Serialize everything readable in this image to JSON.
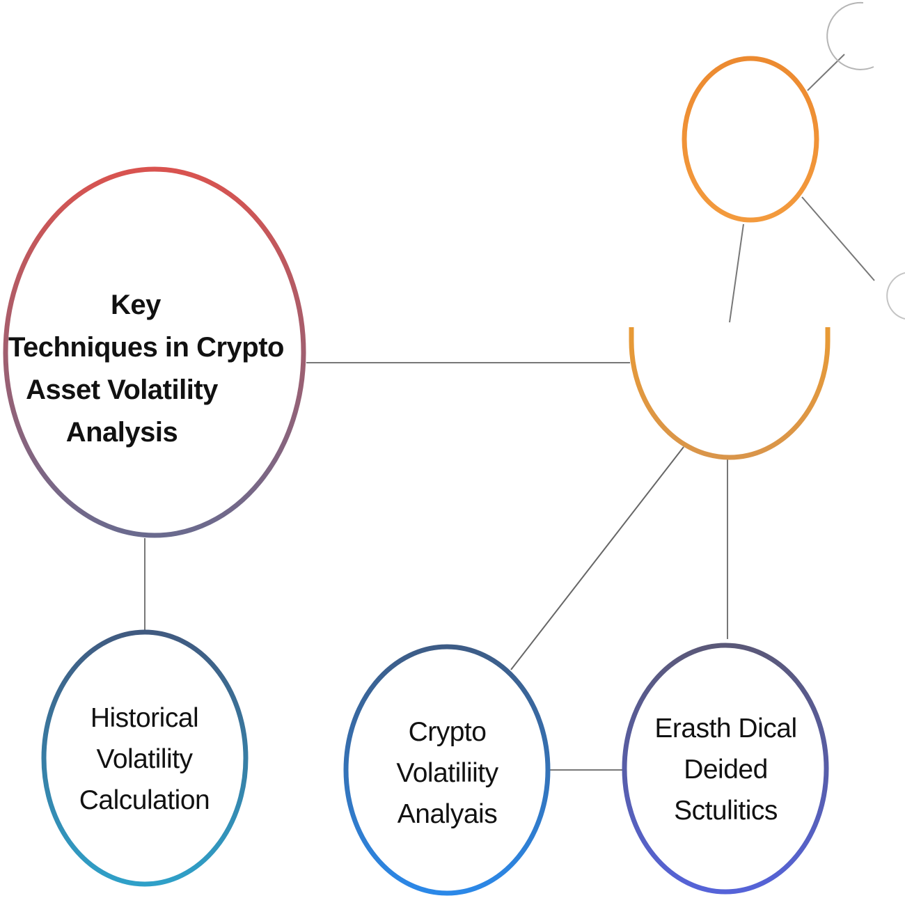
{
  "nodes": {
    "main": {
      "lines": [
        "Key",
        "Techniques in Crypto",
        "Asset Volatility",
        "Analysis"
      ]
    },
    "historical": {
      "lines": [
        "Historical",
        "Volatility",
        "Calculation"
      ]
    },
    "crypto_volatility": {
      "lines": [
        "Crypto",
        "Volatiliity",
        "Analyais"
      ]
    },
    "erasth": {
      "lines": [
        "Erasth Dical",
        "Deided",
        "Sctulitics"
      ]
    }
  },
  "colors": {
    "connector": "#777777",
    "main_ring_top": "#d9534f",
    "main_ring_bottom": "#6a6a8e",
    "orange_ring": "#f0953a",
    "orange_arc": "#e2973a",
    "historical_ring": "#3a8ab0",
    "crypto_ring": "#2d7fd8",
    "erasth_ring": "#5a58c8",
    "gray_ring": "#b5b5b5"
  }
}
